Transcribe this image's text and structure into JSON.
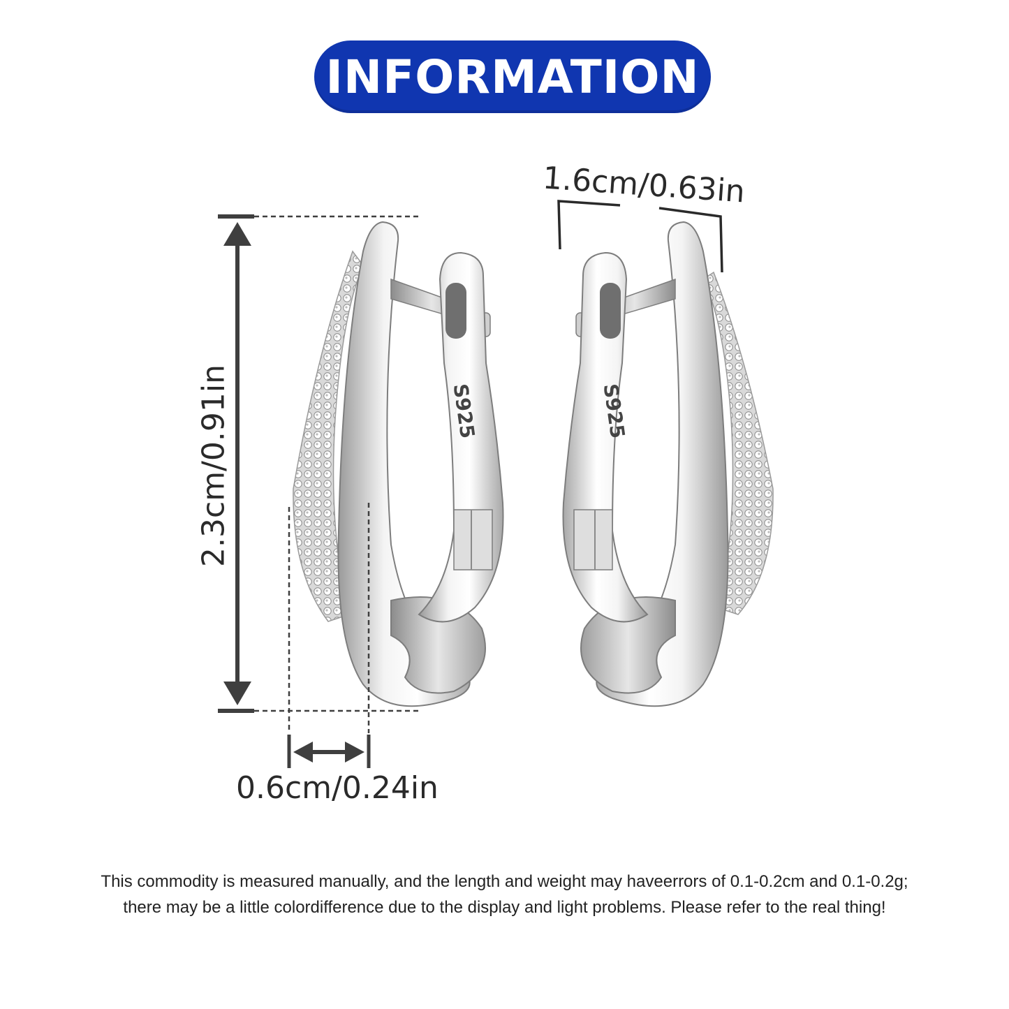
{
  "header": {
    "title": "INFORMATION",
    "color": "#1036b0"
  },
  "dimensions": {
    "height": "2.3cm/0.91in",
    "width": "0.6cm/0.24in",
    "depth": "1.6cm/0.63in"
  },
  "stamp": "S925",
  "disclaimer": {
    "line1": "This commodity is measured manually, and the length and weight may haveerrors of 0.1-0.2cm and 0.1-0.2g;",
    "line2": "there may be a little colordifference due to the display and light problems. Please refer to the real thing!"
  }
}
